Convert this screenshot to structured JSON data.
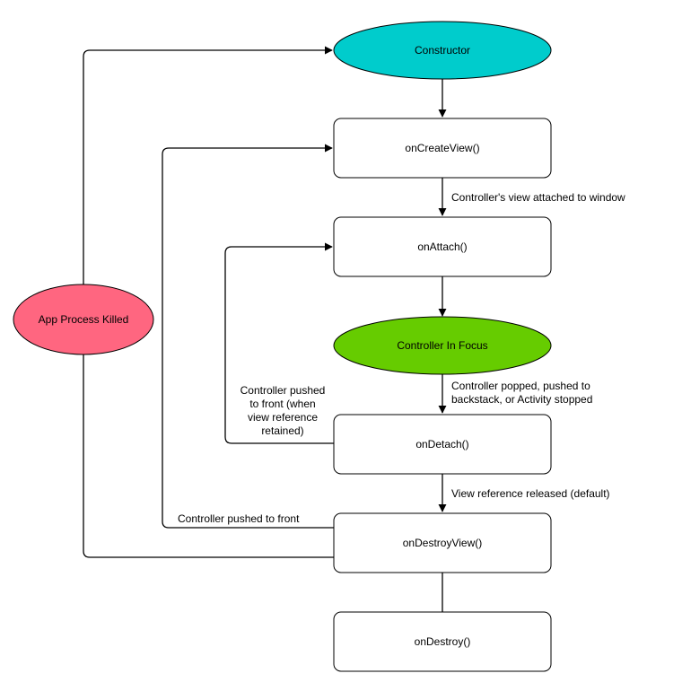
{
  "nodes": {
    "constructor": {
      "label": "Constructor",
      "color": "#00CCCC"
    },
    "on_create_view": {
      "label": "onCreateView()"
    },
    "on_attach": {
      "label": "onAttach()"
    },
    "controller_in_focus": {
      "label": "Controller In Focus",
      "color": "#66CC00"
    },
    "on_detach": {
      "label": "onDetach()"
    },
    "on_destroy_view": {
      "label": "onDestroyView()"
    },
    "on_destroy": {
      "label": "onDestroy()"
    },
    "app_process_killed": {
      "label": "App Process Killed",
      "color": "#FF6680"
    }
  },
  "edges": {
    "view_attached": {
      "label": "Controller's view attached to window"
    },
    "popped_line1": "Controller popped, pushed to",
    "popped_line2": "backstack, or Activity stopped",
    "view_released": {
      "label": "View reference released (default)"
    },
    "pushed_front": {
      "label": "Controller pushed to front"
    },
    "pushed_retained_line1": "Controller pushed",
    "pushed_retained_line2": "to front (when",
    "pushed_retained_line3": "view reference",
    "pushed_retained_line4": "retained)"
  }
}
